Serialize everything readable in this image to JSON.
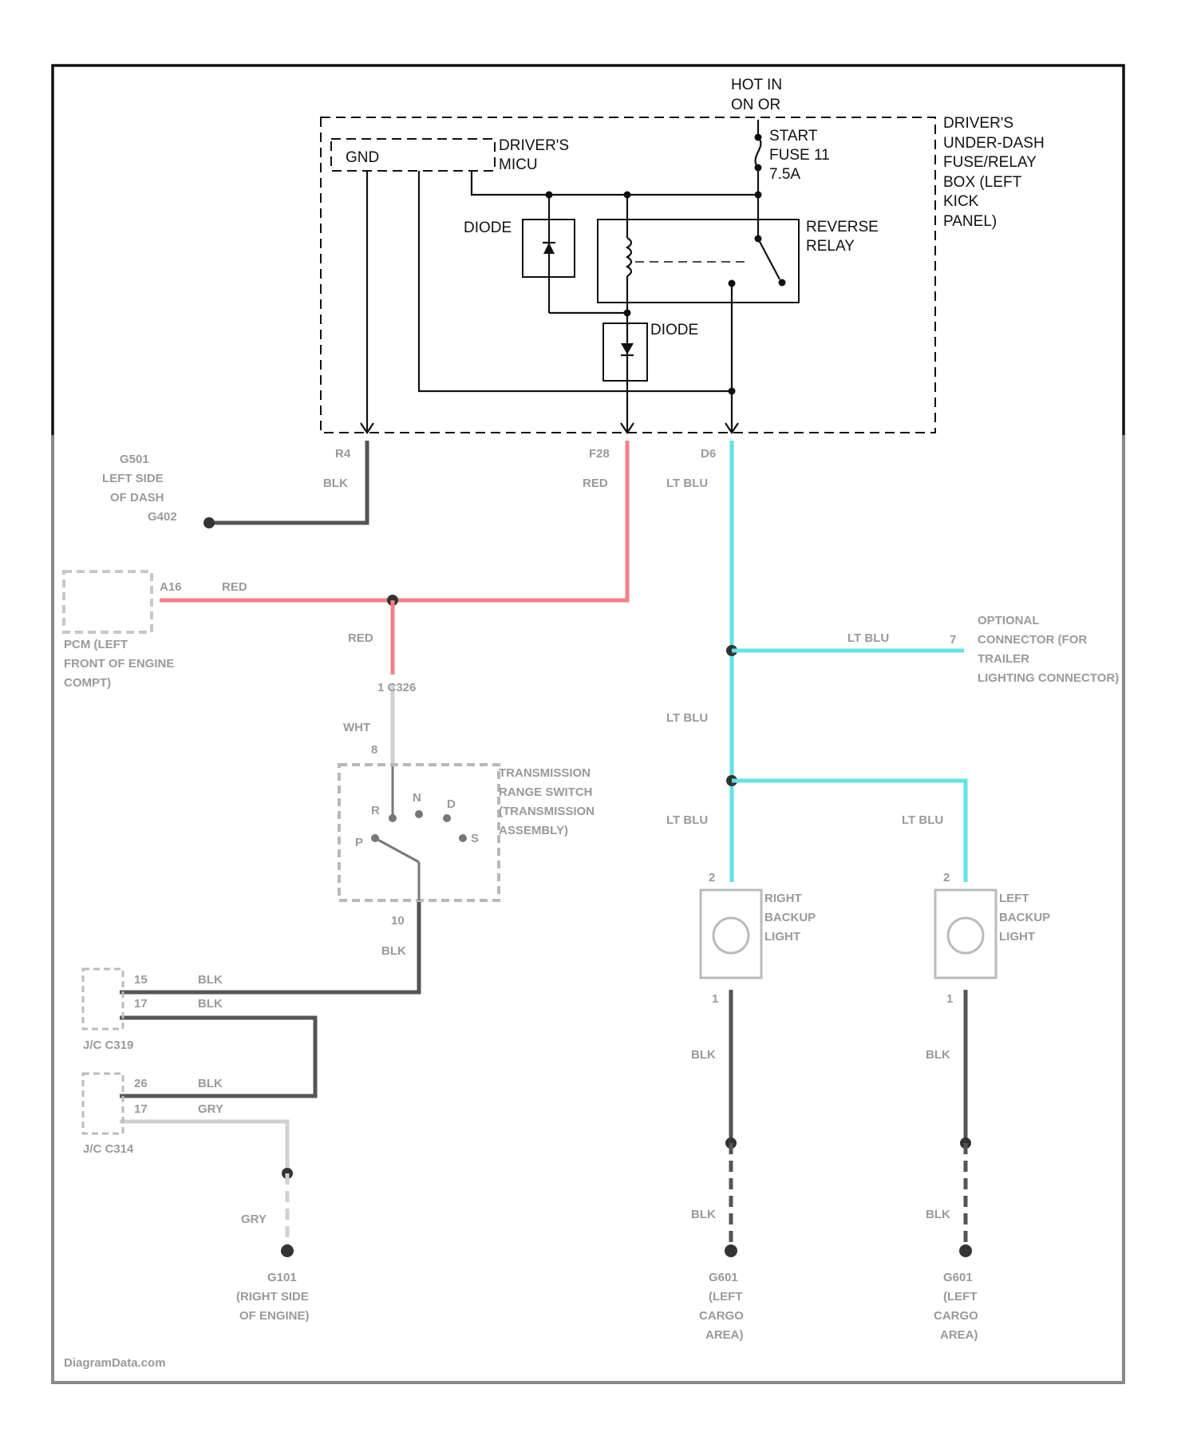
{
  "hot_in": [
    "HOT IN",
    "ON OR"
  ],
  "fuse_label": [
    "START",
    "FUSE 11",
    "7.5A"
  ],
  "fuse_box_label": [
    "DRIVER'S",
    "UNDER-DASH",
    "FUSE/RELAY",
    "BOX (LEFT",
    "KICK",
    "PANEL)"
  ],
  "gnd_label": "GND",
  "micu_label": [
    "DRIVER'S",
    "MICU"
  ],
  "diode1_label": "DIODE",
  "diode2_label": "DIODE",
  "relay_label": [
    "REVERSE",
    "RELAY"
  ],
  "colors": {
    "red_wire": "#f47f86",
    "blue_wire": "#62e3e6",
    "dark_wire": "#555555",
    "light_wire": "#d0d0d0",
    "blur_text": "#9a9a9a"
  },
  "blurred": {
    "pin_gnd": "R4",
    "pin_red": "F28",
    "pin_blu": "D6",
    "wire_blk": "BLK",
    "wire_red": "RED",
    "wire_ltblu": "LT BLU",
    "wire_wht": "WHT",
    "wire_gry": "GRY",
    "ground_dash": [
      "G501",
      "LEFT SIDE",
      "OF DASH",
      "G402"
    ],
    "pcm_pin": "A16",
    "pcm_label": [
      "PCM (LEFT",
      "FRONT OF ENGINE",
      "COMPT)"
    ],
    "c_conn": "1   C326",
    "pin_8": "8",
    "pin_10": "10",
    "trans_switch": [
      "TRANSMISSION",
      "RANGE SWITCH",
      "(TRANSMISSION",
      "ASSEMBLY)"
    ],
    "switch_positions": [
      "R",
      "N",
      "D",
      "P",
      "S"
    ],
    "trailer_pin": "7",
    "trailer_conn": [
      "OPTIONAL",
      "CONNECTOR (FOR",
      "TRAILER",
      "LIGHTING CONNECTOR)"
    ],
    "right_light": [
      "RIGHT",
      "BACKUP",
      "LIGHT"
    ],
    "left_light": [
      "LEFT",
      "BACKUP",
      "LIGHT"
    ],
    "pin_2": "2",
    "pin_1": "1",
    "jc1_pins": [
      "15",
      "17"
    ],
    "jc1_label": "J/C C319",
    "jc2_pins": [
      "26",
      "17"
    ],
    "jc2_label": "J/C C314",
    "ground_engine": [
      "G101",
      "(RIGHT SIDE",
      "OF ENGINE)"
    ],
    "ground_right_cargo": [
      "G601",
      "(LEFT",
      "CARGO",
      "AREA)"
    ],
    "ground_left_cargo": [
      "G601",
      "(LEFT",
      "CARGO",
      "AREA)"
    ],
    "watermark": "DiagramData.com"
  }
}
